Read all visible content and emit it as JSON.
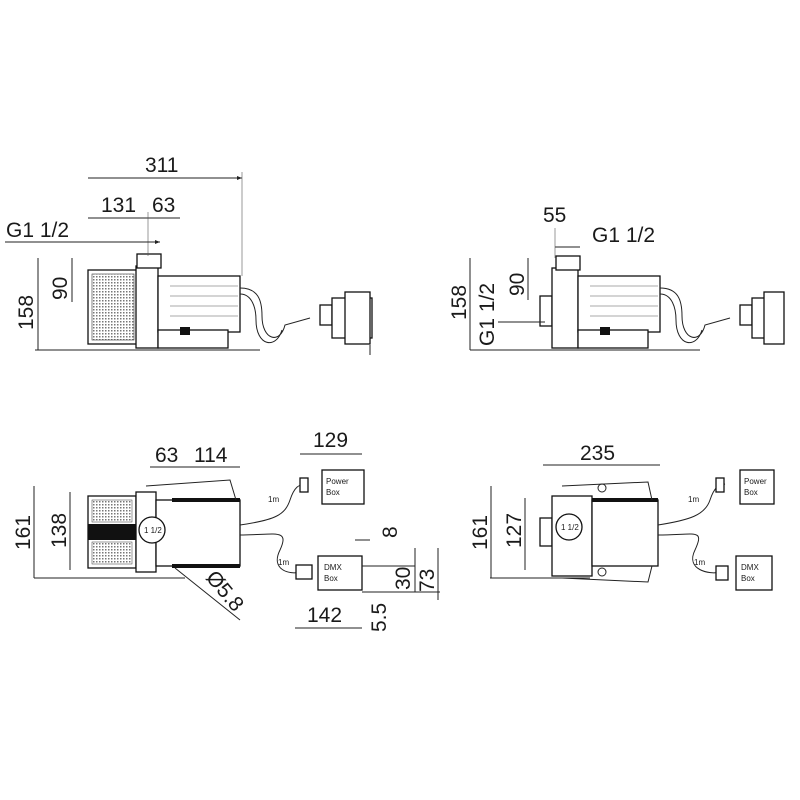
{
  "views": {
    "side_left": {
      "dims": {
        "overall_length": "311",
        "inlet_offset": "131",
        "outlet_offset": "63",
        "thread": "G1 1/2",
        "height": "158",
        "outlet_height": "90"
      }
    },
    "side_right": {
      "dims": {
        "outlet_offset": "55",
        "thread_top": "G1 1/2",
        "height": "158",
        "thread_side": "G1 1/2",
        "outlet_height": "90"
      }
    },
    "top_left": {
      "dims": {
        "a": "63",
        "b": "114",
        "power_box_width": "129",
        "height": "161",
        "filter_height": "138",
        "hole": "Ø5.8",
        "box_8": "8",
        "box_30": "30",
        "box_73": "73",
        "dmx_box_width": "142",
        "box_5_5": "5.5"
      },
      "port_label": "1 1/2",
      "power_box": {
        "line1": "Power",
        "line2": "Box"
      },
      "dmx_box": {
        "line1": "DMX",
        "line2": "Box"
      },
      "cable_1": "1m",
      "cable_2": "1m"
    },
    "top_right": {
      "dims": {
        "length": "235",
        "height": "161",
        "body_height": "127"
      },
      "port_label": "1 1/2",
      "power_box": {
        "line1": "Power",
        "line2": "Box"
      },
      "dmx_box": {
        "line1": "DMX",
        "line2": "Box"
      },
      "cable_1": "1m",
      "cable_2": "1m"
    }
  }
}
